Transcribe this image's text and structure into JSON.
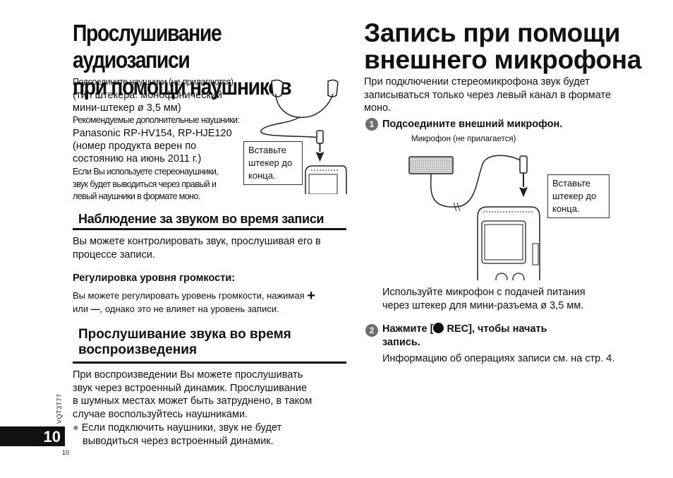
{
  "left": {
    "title_line1": "Прослушивание аудиозаписи",
    "title_line2": "при помощи наушников",
    "connect_note": "Подсоедините наушники (не прилагаются).",
    "plug_type_1": "(тип штекера: монофонический",
    "plug_type_2": "мини-штекер ø 3,5 мм)",
    "recommended": "Рекомендуемые дополнительные наушники:",
    "models": "Panasonic RP-HV154, RP-HJE120",
    "product_no_1": "(номер продукта верен по",
    "product_no_2": "состоянию на июнь 2011 г.)",
    "stereo_note_1": "Если Вы используете стереонаушники,",
    "stereo_note_2": "звук будет выводиться через правый и",
    "stereo_note_3": "левый наушники в формате моно.",
    "callout": [
      "Вставьте",
      "штекер до",
      "конца."
    ],
    "section1": {
      "title": "Наблюдение за звуком во время записи",
      "text_1": "Вы можете контролировать звук, прослушивая его в",
      "text_2": "процессе записи.",
      "sub_title": "Регулировка уровня громкости:",
      "sub_text_1": "Вы можете регулировать уровень громкости, нажимая",
      "plus_symbol": "+",
      "sub_text_2a": "или",
      "minus_symbol": "—",
      "sub_text_2b": ", однако это не влияет на уровень записи."
    },
    "section2": {
      "title_1": "Прослушивание звука во время",
      "title_2": "воспроизведения",
      "text_1": "При воспроизведении Вы можете прослушивать",
      "text_2": "звук через встроенный динамик. Прослушивание",
      "text_3": "в шумных местах может быть затруднено, в таком",
      "text_4": "случае воспользуйтесь наушниками.",
      "bullet_1": "Если подключить наушники, звук не будет",
      "bullet_2": "выводиться через встроенный динамик."
    }
  },
  "right": {
    "title_line1": "Запись при помощи",
    "title_line2": "внешнего микрофона",
    "intro_1": "При подключении стереомикрофона звук будет",
    "intro_2": "записываться только через левый канал в формате",
    "intro_3": "моно.",
    "step1_num": "1",
    "step1_title": "Подсоедините внешний микрофон.",
    "mic_label": "Микрофон (не прилагается)",
    "callout": [
      "Вставьте",
      "штекер до",
      "конца."
    ],
    "power_note_1": "Используйте микрофон с подачей питания",
    "power_note_2": "через штекер для мини-разъема ø 3,5 мм.",
    "step2_num": "2",
    "step2_title_a": "Нажмите [",
    "step2_title_b": " REC], чтобы начать",
    "step2_title_c": "запись.",
    "step2_text": "Информацию об операциях записи см. на стр. 4."
  },
  "footer": {
    "doc_code": "VQT3T77",
    "page_tab": "10",
    "page_num": "10"
  }
}
